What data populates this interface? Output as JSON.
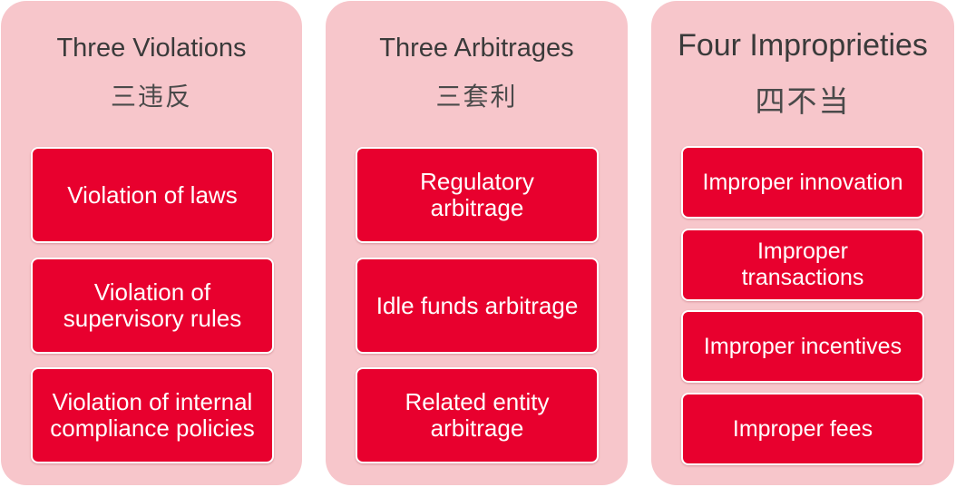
{
  "columns": [
    {
      "title_en": "Three Violations",
      "title_zh": "三违反",
      "items": [
        [
          "Violation of laws"
        ],
        [
          "Violation of",
          "supervisory rules"
        ],
        [
          "Violation of internal",
          "compliance policies"
        ]
      ]
    },
    {
      "title_en": "Three Arbitrages",
      "title_zh": "三套利",
      "items": [
        [
          "Regulatory",
          "arbitrage"
        ],
        [
          "Idle funds arbitrage"
        ],
        [
          "Related entity",
          "arbitrage"
        ]
      ]
    },
    {
      "title_en": "Four Improprieties",
      "title_zh": "四不当",
      "items": [
        [
          "Improper innovation"
        ],
        [
          "Improper",
          "transactions"
        ],
        [
          "Improper incentives"
        ],
        [
          "Improper fees"
        ]
      ]
    }
  ],
  "colors": {
    "panel_background": "#f7c6cb",
    "box_background": "#e8002e",
    "box_text": "#ffffff",
    "title_text": "#3a3a3a"
  }
}
